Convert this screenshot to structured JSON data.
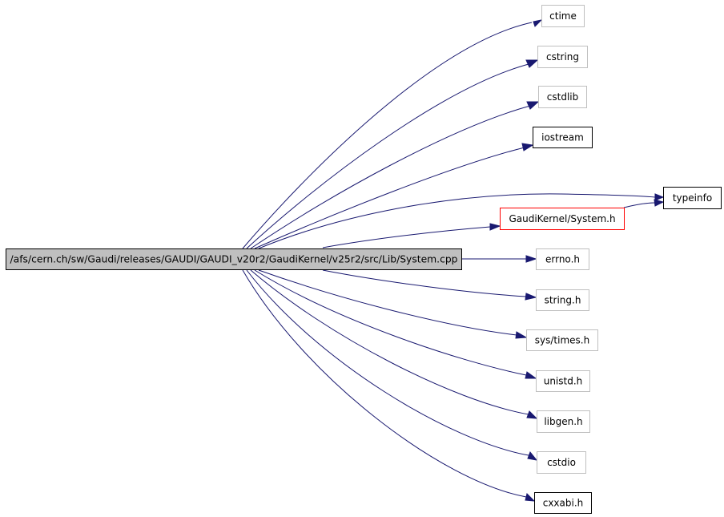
{
  "graph": {
    "root": {
      "label": "/afs/cern.ch/sw/Gaudi/releases/GAUDI/GAUDI_v20r2/GaudiKernel/v25r2/src/Lib/System.cpp",
      "style": "root"
    },
    "nodes": [
      {
        "id": "ctime",
        "label": "ctime",
        "style": "external"
      },
      {
        "id": "cstring",
        "label": "cstring",
        "style": "external"
      },
      {
        "id": "cstdlib",
        "label": "cstdlib",
        "style": "external"
      },
      {
        "id": "iostream",
        "label": "iostream",
        "style": "documented"
      },
      {
        "id": "typeinfo",
        "label": "typeinfo",
        "style": "documented"
      },
      {
        "id": "system_h",
        "label": "GaudiKernel/System.h",
        "style": "truncated"
      },
      {
        "id": "errno",
        "label": "errno.h",
        "style": "external"
      },
      {
        "id": "string_h",
        "label": "string.h",
        "style": "external"
      },
      {
        "id": "times",
        "label": "sys/times.h",
        "style": "external"
      },
      {
        "id": "unistd",
        "label": "unistd.h",
        "style": "external"
      },
      {
        "id": "libgen",
        "label": "libgen.h",
        "style": "external"
      },
      {
        "id": "cstdio",
        "label": "cstdio",
        "style": "external"
      },
      {
        "id": "cxxabi",
        "label": "cxxabi.h",
        "style": "documented"
      }
    ],
    "edges": [
      [
        "root",
        "ctime"
      ],
      [
        "root",
        "cstring"
      ],
      [
        "root",
        "cstdlib"
      ],
      [
        "root",
        "iostream"
      ],
      [
        "root",
        "typeinfo"
      ],
      [
        "root",
        "system_h"
      ],
      [
        "system_h",
        "typeinfo"
      ],
      [
        "root",
        "errno"
      ],
      [
        "root",
        "string_h"
      ],
      [
        "root",
        "times"
      ],
      [
        "root",
        "unistd"
      ],
      [
        "root",
        "libgen"
      ],
      [
        "root",
        "cstdio"
      ],
      [
        "root",
        "cxxabi"
      ]
    ],
    "colors": {
      "edge": "#191970",
      "root_fill": "#bfbfbf",
      "root_border": "#000000",
      "external_border": "#bfbfbf",
      "documented_border": "#000000",
      "truncated_border": "#ff0000"
    }
  }
}
